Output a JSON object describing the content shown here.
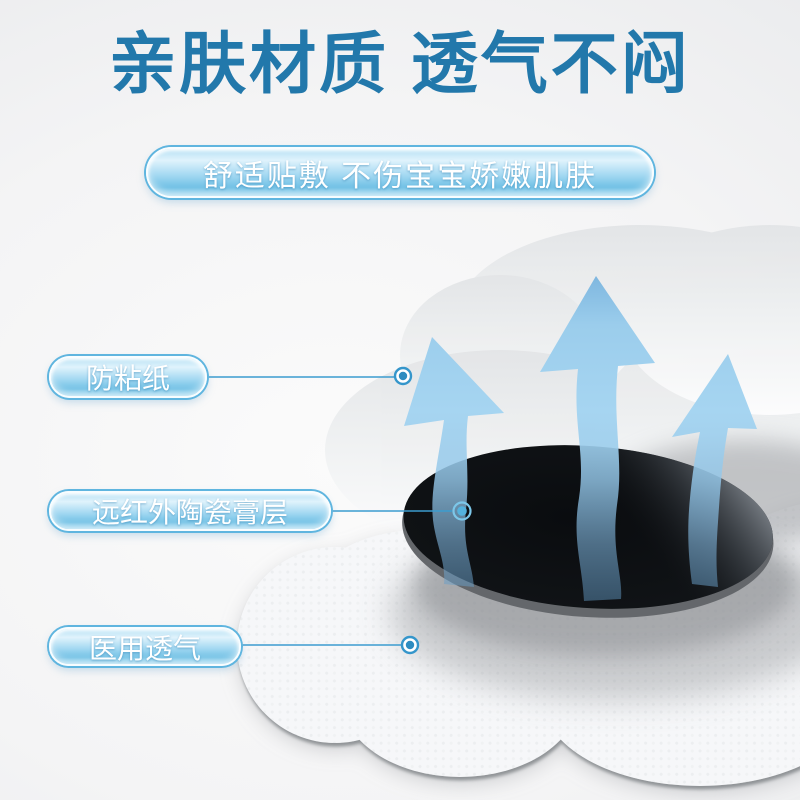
{
  "header": {
    "title": "亲肤材质 透气不闷",
    "subtitle": "舒适贴敷 不伤宝宝娇嫩肌肤"
  },
  "callouts": [
    {
      "label": "防粘纸"
    },
    {
      "label": "远红外陶瓷膏层"
    },
    {
      "label": "医用透气"
    }
  ],
  "colors": {
    "title_blue": "#2278ab",
    "pill_fill_blue": "#7cc8ea",
    "pill_ring_blue": "#5fb5df",
    "callout_line_blue": "#3b9ccf",
    "arrow_blue": "#9bcdec",
    "disc_black": "#101316",
    "patch_white": "#f6f7f9",
    "background_grey": "#e9eaec"
  },
  "icons": {
    "airflow_arrow": "upward breathability arrow (three)",
    "callout_marker": "ring-and-dot target marker (three)"
  }
}
